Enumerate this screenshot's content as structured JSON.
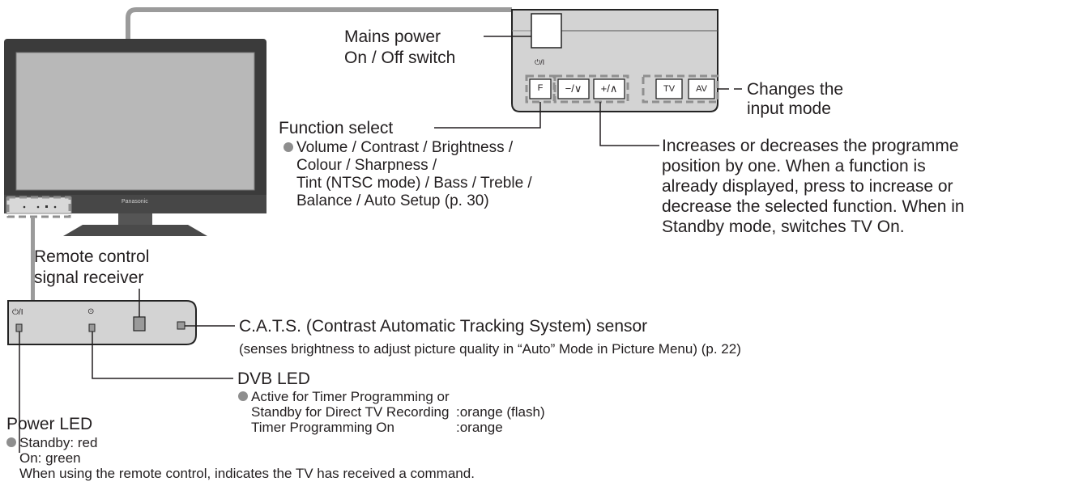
{
  "tv": {
    "brand": "Panasonic"
  },
  "side_panel": {
    "mains_label_1": "Mains power",
    "mains_label_2": "On / Off switch",
    "power_symbol": "⏻/I",
    "buttons": [
      {
        "label": "F"
      },
      {
        "label": "−/∨"
      },
      {
        "label": "+/∧"
      },
      {
        "label": "TV"
      },
      {
        "label": "AV"
      }
    ],
    "input_mode_1": "Changes the",
    "input_mode_2": "input mode",
    "function_select": {
      "title": "Function select",
      "lines": [
        "Volume / Contrast / Brightness /",
        "Colour / Sharpness /",
        "Tint (NTSC mode) / Bass / Treble /",
        "Balance / Auto Setup (p. 30)"
      ]
    },
    "programme": {
      "lines": [
        "Increases or decreases the programme",
        "position by one. When a function is",
        "already displayed, press to increase or",
        "decrease the selected function. When in",
        "Standby mode, switches TV On."
      ]
    }
  },
  "front_panel": {
    "remote_label_1": "Remote control",
    "remote_label_2": "signal receiver",
    "power_symbol": "⏻/I",
    "dvb_symbol": "⊙",
    "cats": {
      "title": "C.A.T.S. (Contrast Automatic Tracking System) sensor",
      "note": "(senses brightness to adjust picture quality in “Auto” Mode in Picture Menu) (p. 22)"
    },
    "dvb": {
      "title": "DVB LED",
      "rows": [
        {
          "k": "Active for Timer Programming or",
          "v": ""
        },
        {
          "k": "Standby for Direct TV Recording",
          "v": ":orange (flash)"
        },
        {
          "k": "Timer Programming On",
          "v": ":orange"
        }
      ]
    },
    "power_led": {
      "title": "Power LED",
      "lines": [
        "Standby: red",
        "On: green",
        "When using the remote control, indicates the TV has received a command."
      ]
    }
  }
}
